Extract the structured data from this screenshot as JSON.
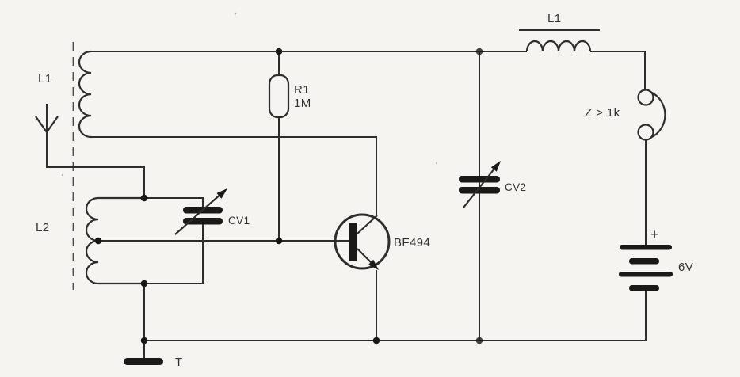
{
  "colors": {
    "paper": "#f5f4f1",
    "ink": "#2e2d2b",
    "ink_heavy": "#1a1918",
    "label": "#333231"
  },
  "components": {
    "antenna_coil_label": "L1",
    "tank_coil_label": "L2",
    "resistor_ref": "R1",
    "resistor_value": "1M",
    "tuning_capacitor_label": "CV1",
    "regeneration_capacitor_label": "CV2",
    "transistor_part": "BF494",
    "choke_coil_label": "L1",
    "earphone_impedance": "Z > 1k",
    "battery_plus": "+",
    "battery_voltage": "6V",
    "ground_label": "T"
  }
}
